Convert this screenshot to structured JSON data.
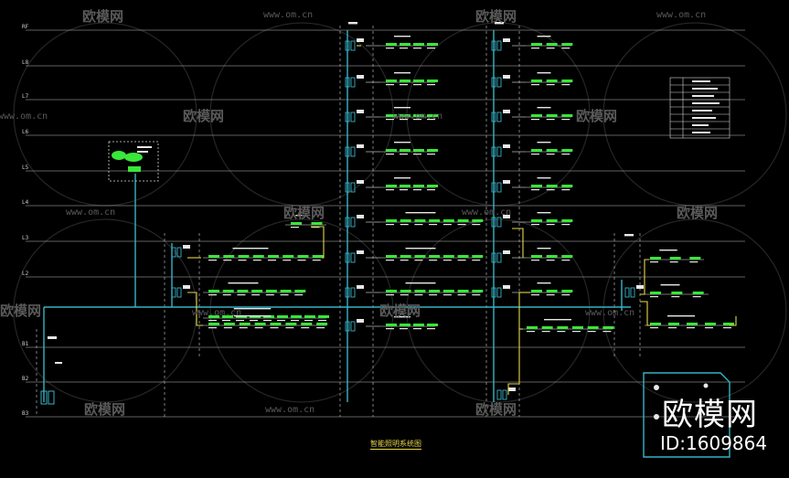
{
  "drawing": {
    "title": "智能照明系统图",
    "levels": [
      "RF",
      "L8",
      "L7",
      "L6",
      "L5",
      "L4",
      "L3",
      "L2",
      "B1",
      "B2",
      "B3"
    ]
  },
  "watermark": {
    "brand": "欧模网",
    "url": "www.om.cn",
    "id": "ID:1609864"
  },
  "colors": {
    "background": "#000000",
    "bus": "#36b3c6",
    "cable": "#e6d84a",
    "device": "#39e639",
    "line": "#e8e8e8"
  }
}
